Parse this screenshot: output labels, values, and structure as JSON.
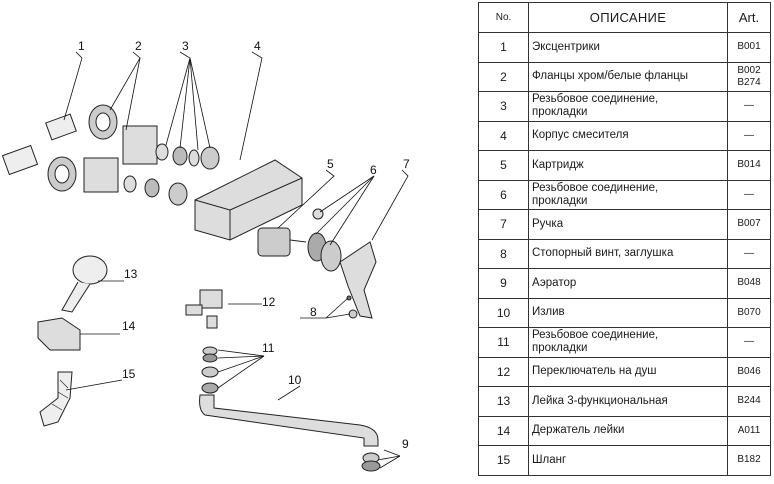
{
  "table": {
    "headers": {
      "no": "No.",
      "description": "ОПИСАНИЕ",
      "art": "Art."
    },
    "rows": [
      {
        "no": "1",
        "desc": [
          "Эксцентрики"
        ],
        "art": [
          "B001"
        ]
      },
      {
        "no": "2",
        "desc": [
          "Фланцы хром/белые фланцы"
        ],
        "art": [
          "B002",
          "B274"
        ]
      },
      {
        "no": "3",
        "desc": [
          "Резьбовое соединение,",
          "прокладки"
        ],
        "art": [
          "—"
        ]
      },
      {
        "no": "4",
        "desc": [
          "Корпус смесителя"
        ],
        "art": [
          "—"
        ]
      },
      {
        "no": "5",
        "desc": [
          "Картридж"
        ],
        "art": [
          "B014"
        ]
      },
      {
        "no": "6",
        "desc": [
          "Резьбовое соединение,",
          "прокладки"
        ],
        "art": [
          "—"
        ]
      },
      {
        "no": "7",
        "desc": [
          "Ручка"
        ],
        "art": [
          "B007"
        ]
      },
      {
        "no": "8",
        "desc": [
          "Стопорный винт, заглушка"
        ],
        "art": [
          "—"
        ]
      },
      {
        "no": "9",
        "desc": [
          "Аэратор"
        ],
        "art": [
          "B048"
        ]
      },
      {
        "no": "10",
        "desc": [
          "Излив"
        ],
        "art": [
          "B070"
        ]
      },
      {
        "no": "11",
        "desc": [
          "Резьбовое соединение,",
          "прокладки"
        ],
        "art": [
          "—"
        ]
      },
      {
        "no": "12",
        "desc": [
          "Переключатель на душ"
        ],
        "art": [
          "B046"
        ]
      },
      {
        "no": "13",
        "desc": [
          "Лейка 3-функциональная"
        ],
        "art": [
          "B244"
        ]
      },
      {
        "no": "14",
        "desc": [
          "Держатель лейки"
        ],
        "art": [
          "A011"
        ]
      },
      {
        "no": "15",
        "desc": [
          "Шланг"
        ],
        "art": [
          "B182"
        ]
      }
    ]
  },
  "callouts": [
    "1",
    "2",
    "3",
    "4",
    "5",
    "6",
    "7",
    "8",
    "9",
    "10",
    "11",
    "12",
    "13",
    "14",
    "15"
  ]
}
